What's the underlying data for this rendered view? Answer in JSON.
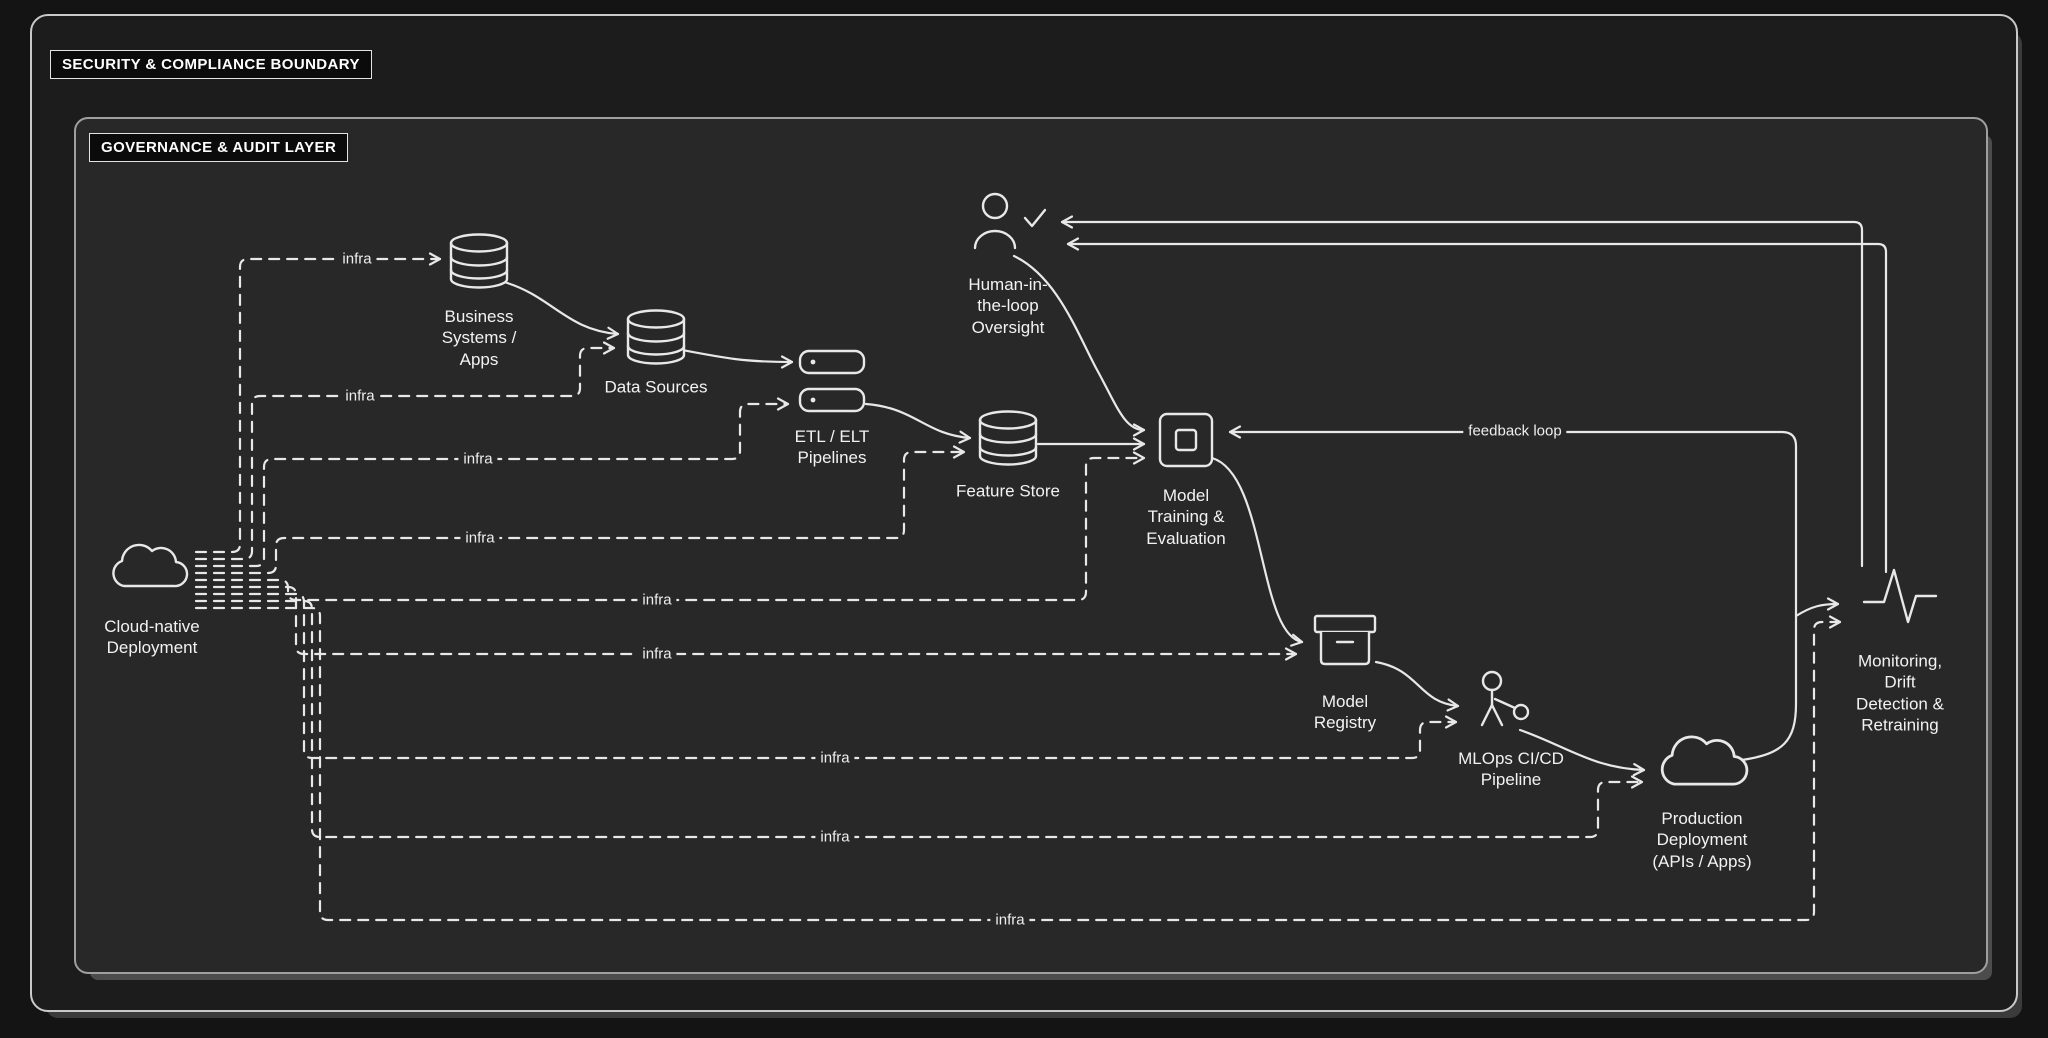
{
  "boundaries": {
    "outer": "SECURITY & COMPLIANCE BOUNDARY",
    "inner": "GOVERNANCE & AUDIT LAYER"
  },
  "nodes": [
    {
      "id": "cloud-native-deployment",
      "label": "Cloud-native\nDeployment",
      "icon": "cloud-icon"
    },
    {
      "id": "business-systems-apps",
      "label": "Business\nSystems /\nApps",
      "icon": "database-icon"
    },
    {
      "id": "data-sources",
      "label": "Data Sources",
      "icon": "database-icon"
    },
    {
      "id": "etl-elt-pipelines",
      "label": "ETL / ELT\nPipelines",
      "icon": "stacked-pipelines-icon"
    },
    {
      "id": "feature-store",
      "label": "Feature Store",
      "icon": "database-icon"
    },
    {
      "id": "human-in-the-loop-oversight",
      "label": "Human-in-\nthe-loop\nOversight",
      "icon": "person-check-icon"
    },
    {
      "id": "model-training-evaluation",
      "label": "Model\nTraining &\nEvaluation",
      "icon": "chip-icon"
    },
    {
      "id": "model-registry",
      "label": "Model\nRegistry",
      "icon": "archive-box-icon"
    },
    {
      "id": "mlops-cicd-pipeline",
      "label": "MLOps CI/CD\nPipeline",
      "icon": "person-node-icon"
    },
    {
      "id": "production-deployment",
      "label": "Production\nDeployment\n(APIs / Apps)",
      "icon": "cloud-icon"
    },
    {
      "id": "monitoring-drift-retraining",
      "label": "Monitoring,\nDrift\nDetection &\nRetraining",
      "icon": "pulse-icon"
    }
  ],
  "edge_labels": {
    "infra": "infra",
    "feedback": "feedback loop"
  },
  "edges": {
    "solid_flows": [
      {
        "from": "business-systems-apps",
        "to": "data-sources"
      },
      {
        "from": "data-sources",
        "to": "etl-elt-pipelines"
      },
      {
        "from": "etl-elt-pipelines",
        "to": "feature-store"
      },
      {
        "from": "feature-store",
        "to": "model-training-evaluation"
      },
      {
        "from": "human-in-the-loop-oversight",
        "to": "model-training-evaluation"
      },
      {
        "from": "model-training-evaluation",
        "to": "model-registry"
      },
      {
        "from": "model-registry",
        "to": "mlops-cicd-pipeline"
      },
      {
        "from": "mlops-cicd-pipeline",
        "to": "production-deployment"
      },
      {
        "from": "production-deployment",
        "to": "model-training-evaluation",
        "label": "feedback loop"
      },
      {
        "from": "production-deployment",
        "to": "monitoring-drift-retraining"
      },
      {
        "from": "monitoring-drift-retraining",
        "to": "human-in-the-loop-oversight"
      }
    ],
    "dashed_infra_from": "cloud-native-deployment",
    "dashed_infra_to": [
      "business-systems-apps",
      "data-sources",
      "etl-elt-pipelines",
      "feature-store",
      "model-training-evaluation",
      "model-registry",
      "mlops-cicd-pipeline",
      "production-deployment",
      "monitoring-drift-retraining"
    ]
  },
  "colors": {
    "canvas": "#141414",
    "outer_fill": "#1c1c1c",
    "inner_fill": "#282828",
    "stroke": "#e8e8e8",
    "text": "#f2f2f2",
    "label_box_fill": "#0b0b0b"
  }
}
